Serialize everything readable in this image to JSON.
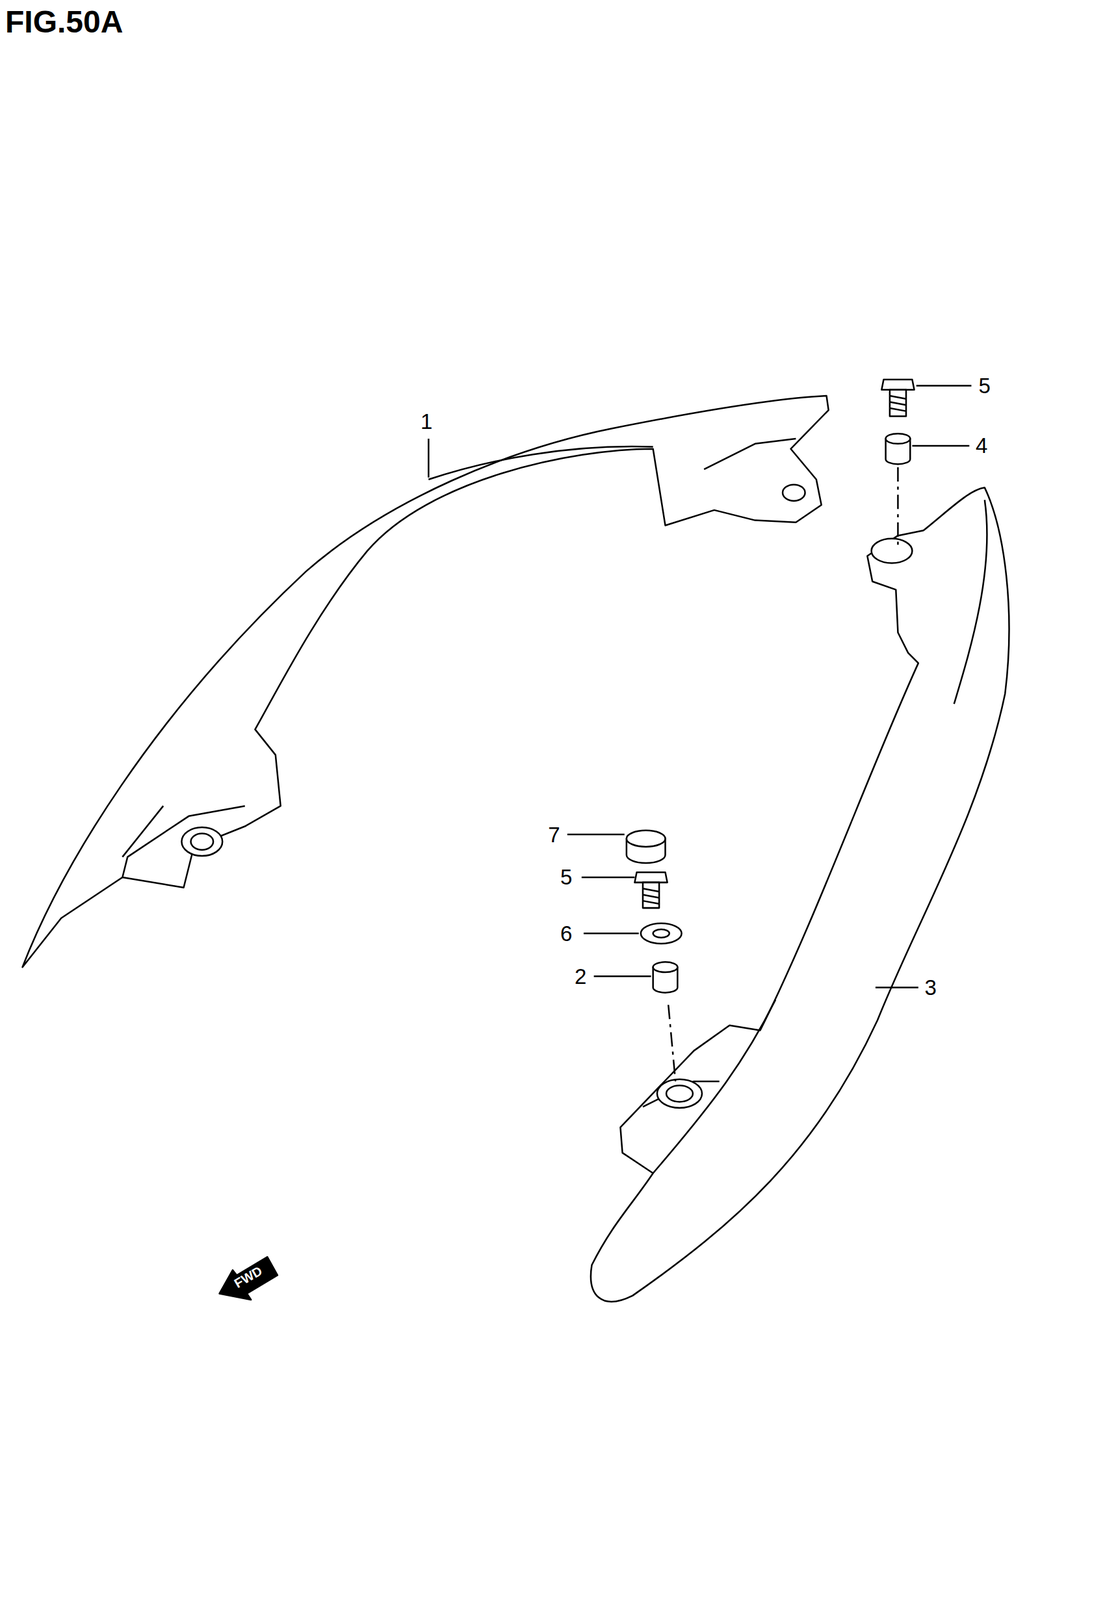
{
  "diagram": {
    "title": "FIG.50A",
    "labels": [
      "1",
      "5",
      "4",
      "7",
      "5",
      "6",
      "2",
      "3",
      "FWD"
    ]
  }
}
